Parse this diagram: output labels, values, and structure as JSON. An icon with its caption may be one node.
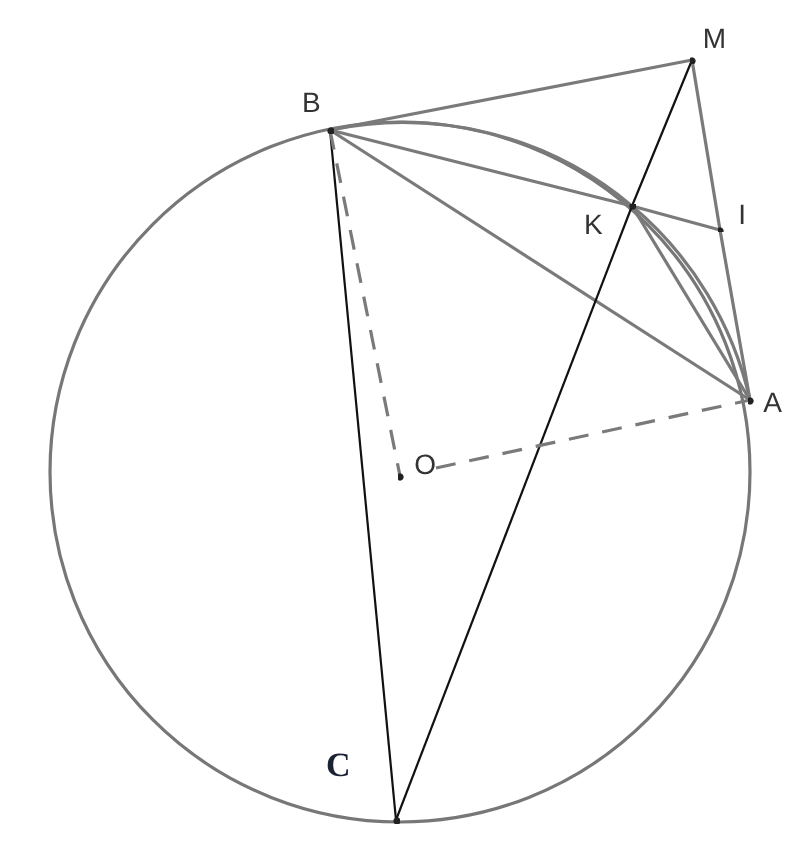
{
  "diagram": {
    "nodes": [
      {
        "text": [
          "B"
        ]
      },
      {
        "text": [
          "M"
        ]
      },
      {
        "text": [
          "K"
        ]
      },
      {
        "text": [
          "I"
        ]
      },
      {
        "text": [
          "A"
        ]
      },
      {
        "text": [
          "O"
        ]
      },
      {
        "text": [
          "C"
        ]
      }
    ],
    "edges": [
      {
        "from": 0,
        "to": 1,
        "arrow": "none"
      },
      {
        "from": 1,
        "to": 3,
        "arrow": "none"
      },
      {
        "from": 3,
        "to": 4,
        "arrow": "none"
      },
      {
        "from": 0,
        "to": 2,
        "arrow": "none"
      },
      {
        "from": 2,
        "to": 3,
        "arrow": "none"
      },
      {
        "from": 0,
        "to": 4,
        "arrow": "none"
      },
      {
        "from": 2,
        "to": 4,
        "arrow": "none"
      },
      {
        "from": 1,
        "to": 2,
        "arrow": "none",
        "color": "#111111"
      },
      {
        "from": 2,
        "to": 6,
        "arrow": "none",
        "color": "#111111"
      },
      {
        "from": 0,
        "to": 6,
        "arrow": "none",
        "color": "#111111"
      },
      {
        "from": 0,
        "to": 5,
        "arrow": "none",
        "style": "dashed"
      },
      {
        "from": 5,
        "to": 4,
        "arrow": "none",
        "style": "dashed"
      },
      {
        "from": 0,
        "to": 2,
        "arrow": "none"
      },
      {
        "from": 2,
        "to": 4,
        "arrow": "none"
      }
    ]
  }
}
